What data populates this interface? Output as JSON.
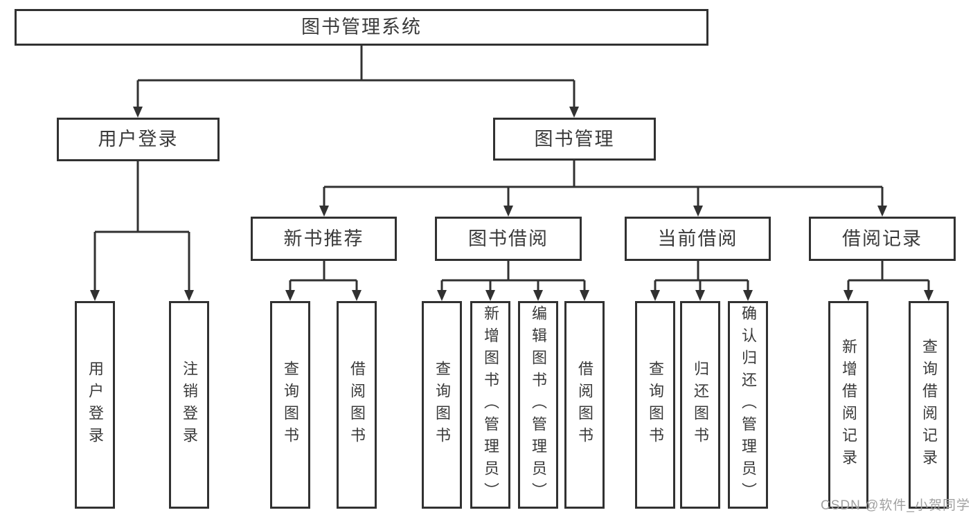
{
  "tree": {
    "root": {
      "label": "图书管理系统"
    },
    "branches": [
      {
        "label": "用户登录",
        "leaves": [
          "用户登录",
          "注销登录"
        ]
      },
      {
        "label": "图书管理",
        "groups": [
          {
            "label": "新书推荐",
            "leaves": [
              "查询图书",
              "借阅图书"
            ]
          },
          {
            "label": "图书借阅",
            "leaves": [
              "查询图书",
              "新增图书（管理员）",
              "编辑图书（管理员）",
              "借阅图书"
            ]
          },
          {
            "label": "当前借阅",
            "leaves": [
              "查询图书",
              "归还图书",
              "确认归还（管理员）"
            ]
          },
          {
            "label": "借阅记录",
            "leaves": [
              "新增借阅记录",
              "查询借阅记录"
            ]
          }
        ]
      }
    ]
  },
  "watermark": "CSDN @软件_小贺同学",
  "colors": {
    "line": "#313131",
    "text": "#3a3a3a",
    "background": "#ffffff",
    "watermark": "#a0a0a0"
  }
}
